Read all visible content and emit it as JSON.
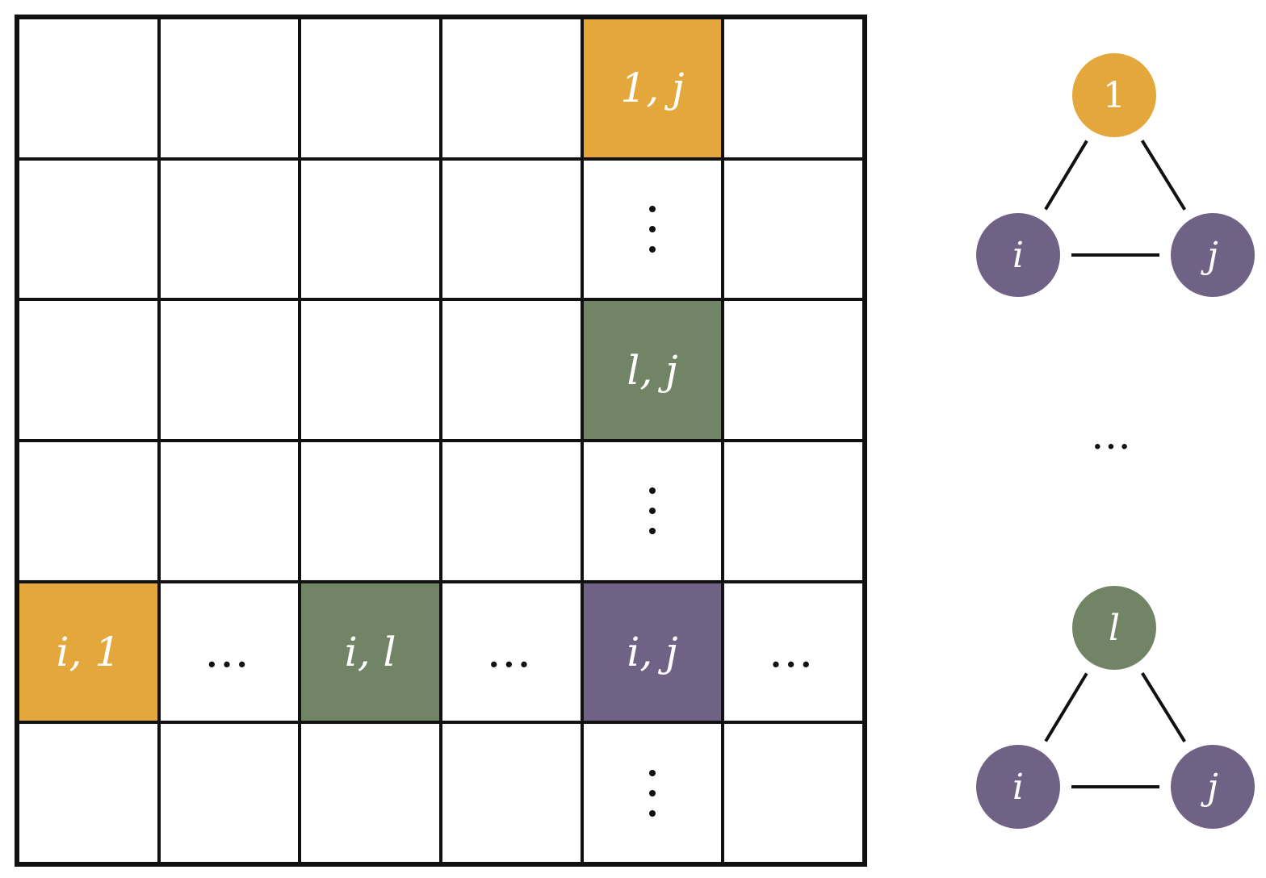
{
  "colors": {
    "orange": "#E3A73B",
    "green": "#718466",
    "purple": "#706285",
    "line": "#111111",
    "white": "#ffffff"
  },
  "grid": {
    "rows": 6,
    "cols": 6,
    "cells": [
      {
        "row": 0,
        "col": 4,
        "label": "1, j",
        "fill": "orange"
      },
      {
        "row": 1,
        "col": 4,
        "vdots": true
      },
      {
        "row": 2,
        "col": 4,
        "label": "l, j",
        "fill": "green"
      },
      {
        "row": 3,
        "col": 4,
        "vdots": true
      },
      {
        "row": 4,
        "col": 0,
        "label": "i, 1",
        "fill": "orange"
      },
      {
        "row": 4,
        "col": 1,
        "label": "…",
        "ellipsis": true
      },
      {
        "row": 4,
        "col": 2,
        "label": "i, l",
        "fill": "green"
      },
      {
        "row": 4,
        "col": 3,
        "label": "…",
        "ellipsis": true
      },
      {
        "row": 4,
        "col": 4,
        "label": "i, j",
        "fill": "purple"
      },
      {
        "row": 4,
        "col": 5,
        "label": "…",
        "ellipsis": true
      },
      {
        "row": 5,
        "col": 4,
        "vdots": true
      }
    ]
  },
  "graphs": [
    {
      "top": {
        "label": "1",
        "fill": "orange"
      },
      "left": {
        "label": "i",
        "fill": "purple"
      },
      "right": {
        "label": "j",
        "fill": "purple"
      }
    },
    {
      "top": {
        "label": "l",
        "fill": "green"
      },
      "left": {
        "label": "i",
        "fill": "purple"
      },
      "right": {
        "label": "j",
        "fill": "purple"
      }
    }
  ],
  "between_graphs": "…"
}
